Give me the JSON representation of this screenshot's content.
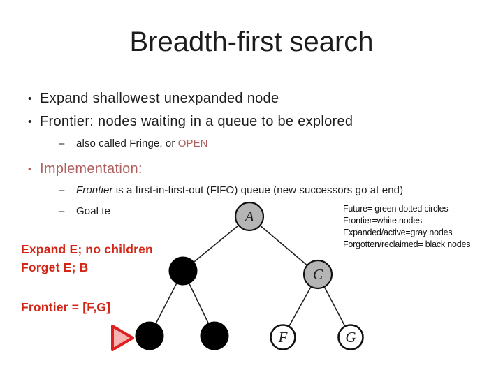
{
  "title": "Breadth-first search",
  "markers": {
    "bullet": "•",
    "dash": "–"
  },
  "bullets": {
    "b1": "Expand shallowest unexpanded node",
    "b2": "Frontier: nodes waiting in a queue to be explored",
    "sub1_prefix": "also called Fringe, or ",
    "sub1_highlight": "OPEN",
    "b3": "Implementation:",
    "sub2_italic": "Frontier",
    "sub2_rest": " is a first-in-first-out (FIFO) queue (new successors go at end)",
    "sub3": "Goal te"
  },
  "annotations": {
    "expand_line1": "Expand E; no children",
    "expand_line2": "Forget E; B",
    "frontier_state": "Frontier = [F,G]"
  },
  "legend": {
    "lines": [
      "Future= green dotted circles",
      "Frontier=white nodes",
      "Expanded/active=gray nodes",
      "Forgotten/reclaimed= black nodes"
    ]
  },
  "tree": {
    "labels": {
      "a": "A",
      "c": "C",
      "f": "F",
      "g": "G"
    },
    "nodes": [
      {
        "label": "A",
        "fill": "gray",
        "state": "expanded/active"
      },
      {
        "label": "",
        "fill": "black",
        "state": "forgotten/reclaimed"
      },
      {
        "label": "C",
        "fill": "gray",
        "state": "expanded/active"
      },
      {
        "label": "",
        "fill": "black",
        "state": "forgotten/reclaimed"
      },
      {
        "label": "",
        "fill": "black",
        "state": "forgotten/reclaimed"
      },
      {
        "label": "F",
        "fill": "white",
        "state": "frontier"
      },
      {
        "label": "G",
        "fill": "white",
        "state": "frontier"
      }
    ],
    "edges": [
      "root-leftchild",
      "root-rightchild",
      "left-leftleaf",
      "left-rightleaf",
      "right-F",
      "right-G"
    ],
    "pointer": "red triangle at bottom-left black node"
  },
  "colors": {
    "accent_text": "#b05f5f",
    "annotation_red": "#d42616",
    "node_gray": "#b5b5b5",
    "node_black": "#000000",
    "node_white": "#ffffff",
    "pointer_stroke": "#e02020",
    "pointer_fill": "#f7b2b2"
  }
}
